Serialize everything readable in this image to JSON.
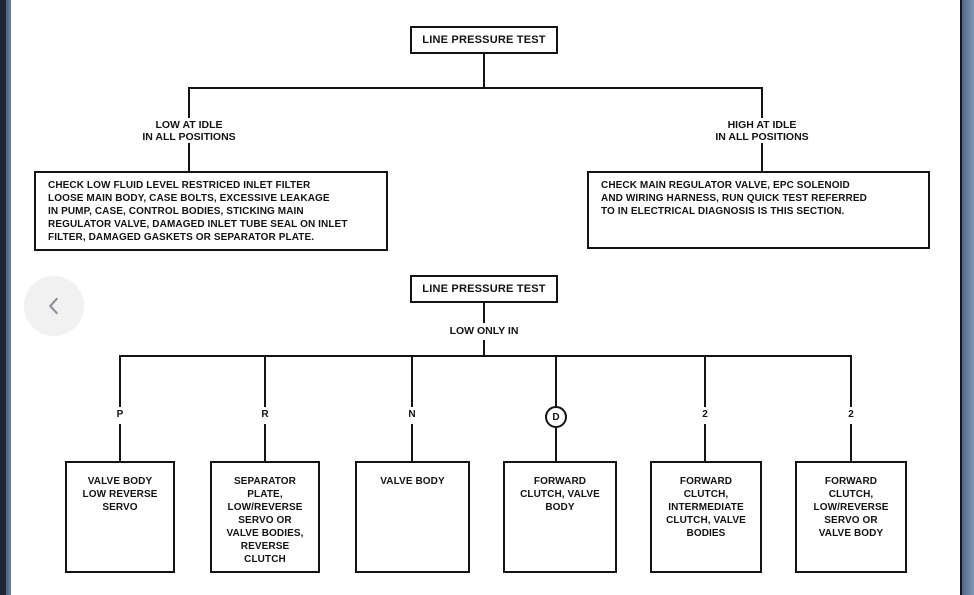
{
  "frame": {
    "colors": {
      "edge_dark": "#1d2634",
      "edge_slate": "#68809e",
      "line": "#131313",
      "back_button_bg": "#f1f1f2",
      "back_chevron": "#8f9296"
    },
    "back_button": {
      "icon": "chevron-left"
    }
  },
  "diagram": {
    "test1": {
      "title": "LINE PRESSURE TEST",
      "branches": [
        {
          "condition": "LOW AT IDLE\nIN ALL POSITIONS",
          "action": "CHECK LOW FLUID LEVEL RESTRICED INLET FILTER\nLOOSE MAIN BODY, CASE BOLTS, EXCESSIVE LEAKAGE\nIN PUMP, CASE, CONTROL BODIES, STICKING MAIN\nREGULATOR VALVE, DAMAGED INLET TUBE SEAL ON INLET\nFILTER, DAMAGED GASKETS OR SEPARATOR PLATE."
        },
        {
          "condition": "HIGH AT IDLE\nIN ALL POSITIONS",
          "action": "CHECK MAIN REGULATOR VALVE, EPC SOLENOID\nAND WIRING HARNESS, RUN QUICK TEST REFERRED\nTO IN ELECTRICAL DIAGNOSIS IS THIS SECTION."
        }
      ]
    },
    "test2": {
      "title": "LINE PRESSURE TEST",
      "condition": "LOW ONLY IN",
      "positions": [
        {
          "label": "P",
          "circled": false,
          "result": "VALVE BODY\nLOW REVERSE\nSERVO"
        },
        {
          "label": "R",
          "circled": false,
          "result": "SEPARATOR\nPLATE,\nLOW/REVERSE\nSERVO OR\nVALVE BODIES,\nREVERSE\nCLUTCH"
        },
        {
          "label": "N",
          "circled": false,
          "result": "VALVE BODY"
        },
        {
          "label": "D",
          "circled": true,
          "result": "FORWARD\nCLUTCH, VALVE\nBODY"
        },
        {
          "label": "2",
          "circled": false,
          "result": "FORWARD\nCLUTCH,\nINTERMEDIATE\nCLUTCH, VALVE\nBODIES"
        },
        {
          "label": "2",
          "circled": false,
          "result": "FORWARD\nCLUTCH,\nLOW/REVERSE\nSERVO OR\nVALVE BODY"
        }
      ]
    }
  }
}
